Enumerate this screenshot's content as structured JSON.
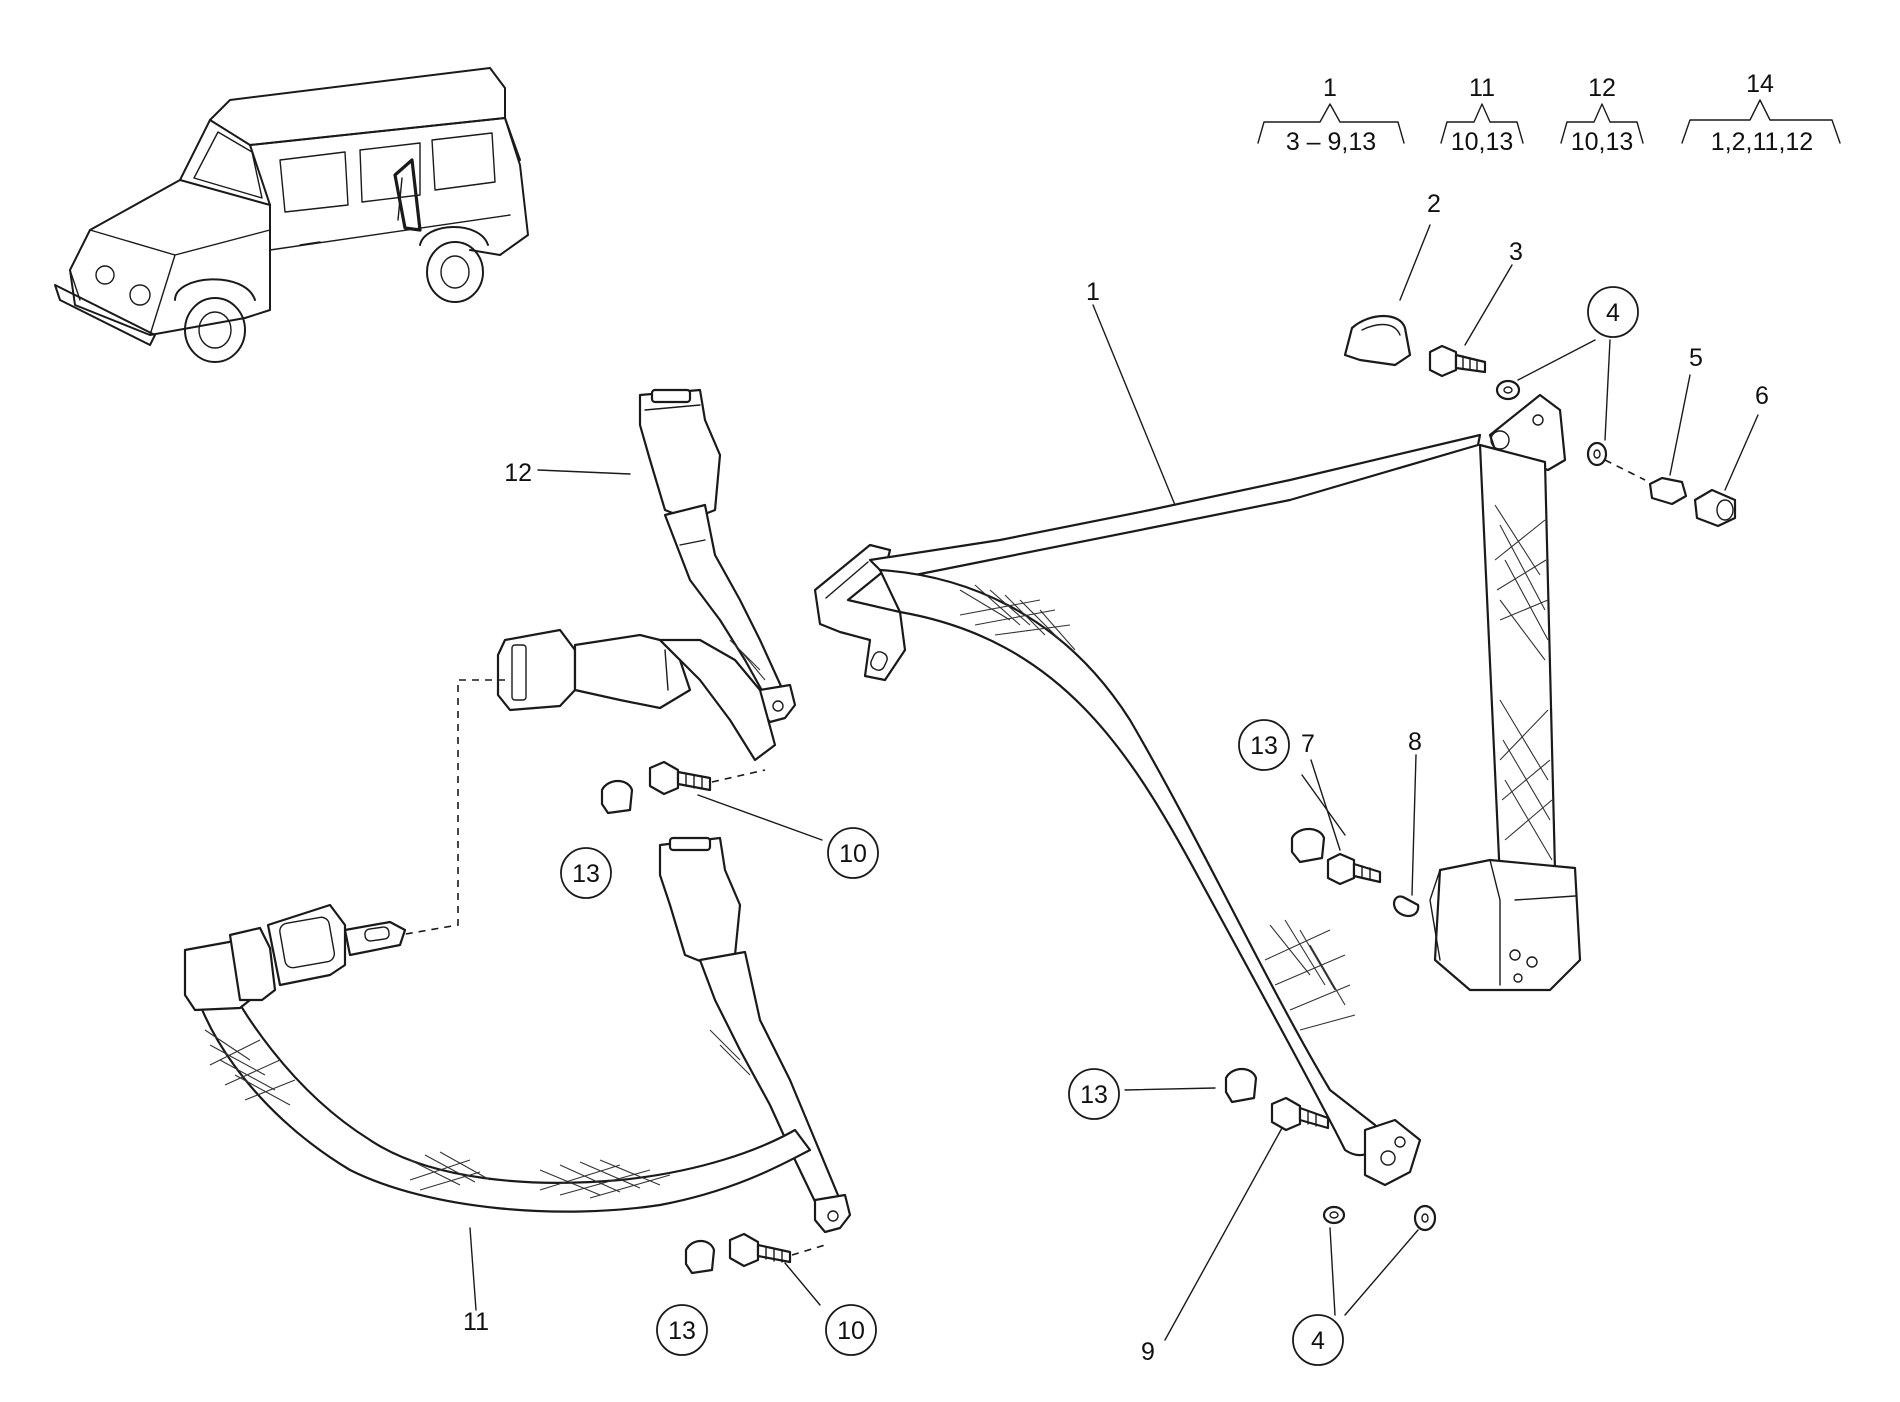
{
  "groups": [
    {
      "parent": "1",
      "children": "3 – 9,13"
    },
    {
      "parent": "11",
      "children": "10,13"
    },
    {
      "parent": "12",
      "children": "10,13"
    },
    {
      "parent": "14",
      "children": "1,2,11,12"
    }
  ],
  "callouts": {
    "c1": "1",
    "c2": "2",
    "c3": "3",
    "c4a": "4",
    "c5": "5",
    "c6": "6",
    "c7": "7",
    "c8": "8",
    "c9": "9",
    "c4b": "4",
    "c10a": "10",
    "c10b": "10",
    "c11": "11",
    "c12": "12",
    "c13a": "13",
    "c13b": "13",
    "c13c": "13",
    "c13d": "13"
  }
}
